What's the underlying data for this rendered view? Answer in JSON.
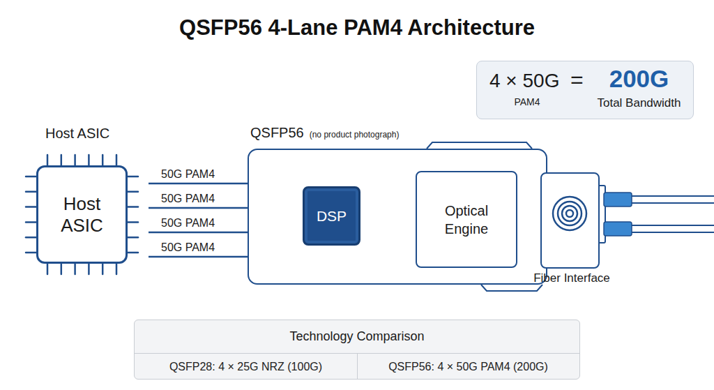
{
  "diagram": {
    "title": "QSFP56 4-Lane PAM4 Architecture",
    "nodes": [
      {
        "text": [
          "4 × 50G",
          "PAM4",
          "=",
          "200G",
          "Total Bandwidth"
        ]
      },
      {
        "text": [
          "Host ASIC",
          "Host ASIC"
        ]
      },
      {
        "text": [
          "QSFP56",
          "(no product photograph)"
        ]
      },
      {
        "text": [
          "DSP"
        ],
        "in": 2
      },
      {
        "text": [
          "Optical Engine"
        ],
        "in": 2
      },
      {
        "text": [
          "Fiber Interface"
        ]
      },
      {
        "text": [
          "Technology Comparison",
          "QSFP28: 4 × 25G NRZ (100G)",
          "QSFP56: 4 × 50G PAM4 (200G)"
        ]
      }
    ],
    "edges": [
      {
        "from": 1,
        "to": 3,
        "label": "50G PAM4",
        "arrow": "to"
      },
      {
        "from": 1,
        "to": 3,
        "label": "50G PAM4",
        "arrow": "to"
      },
      {
        "from": 1,
        "to": 3,
        "label": "50G PAM4",
        "arrow": "to"
      },
      {
        "from": 1,
        "to": 3,
        "label": "50G PAM4",
        "arrow": "to"
      },
      {
        "from": 3,
        "to": 4,
        "arrow": "to"
      },
      {
        "from": 3,
        "to": 4,
        "arrow": "to"
      },
      {
        "from": 3,
        "to": 4,
        "arrow": "to"
      },
      {
        "from": 3,
        "to": 4,
        "arrow": "to"
      },
      {
        "from": 4,
        "to": 5,
        "arrow": "to"
      },
      {
        "from": 4,
        "to": 5,
        "arrow": "to"
      },
      {
        "from": 4,
        "to": 5,
        "arrow": "to"
      },
      {
        "from": 4,
        "to": 5,
        "arrow": "to"
      }
    ]
  }
}
